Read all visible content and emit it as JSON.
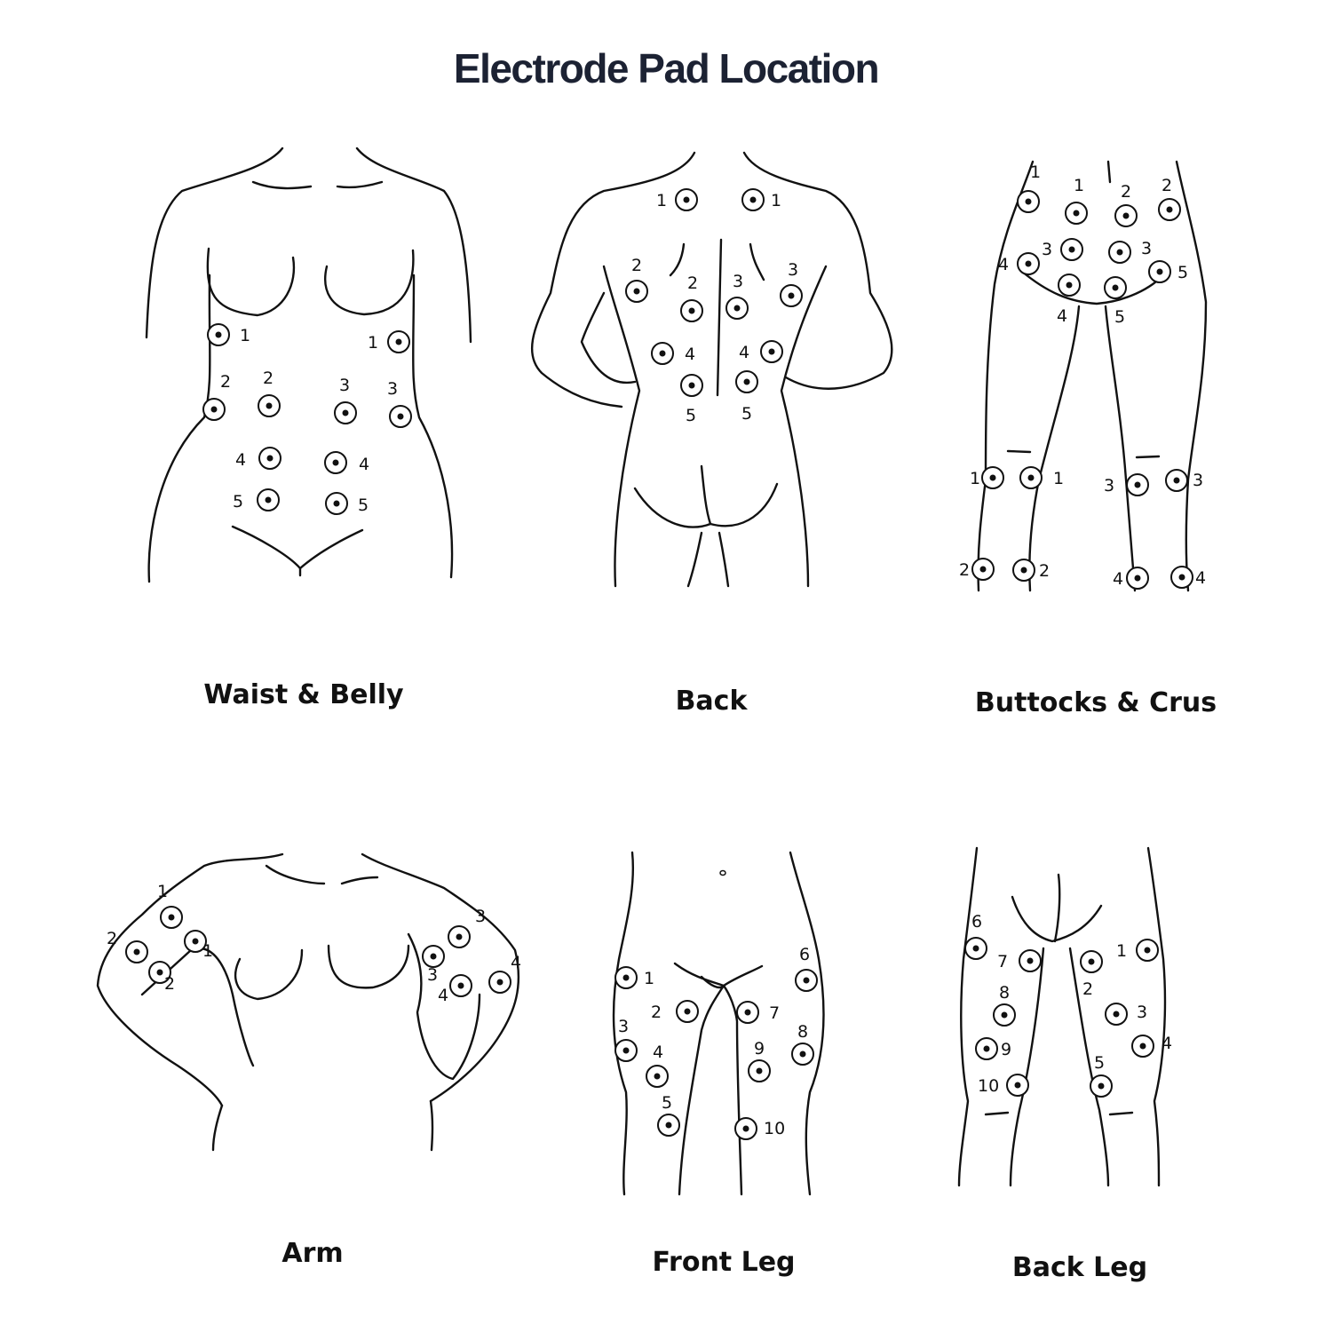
{
  "title": "Electrode Pad Location",
  "panels": [
    {
      "id": "waist",
      "caption": "Waist & Belly",
      "pads": [
        [
          "1",
          "1"
        ],
        [
          "1",
          "1"
        ],
        [
          "2",
          "2"
        ],
        [
          "2",
          "2"
        ],
        [
          "3",
          "3"
        ],
        [
          "3",
          "3"
        ],
        [
          "4",
          "4"
        ],
        [
          "4",
          "4"
        ],
        [
          "5",
          "5"
        ],
        [
          "5",
          "5"
        ]
      ]
    },
    {
      "id": "back",
      "caption": "Back",
      "pads": [
        [
          "1"
        ],
        [
          "1"
        ],
        [
          "2"
        ],
        [
          "2"
        ],
        [
          "3"
        ],
        [
          "3"
        ],
        [
          "4"
        ],
        [
          "4"
        ],
        [
          "5"
        ],
        [
          "5"
        ]
      ]
    },
    {
      "id": "buttocks",
      "caption": "Buttocks & Crus",
      "pads": [
        [
          "1"
        ],
        [
          "1"
        ],
        [
          "2"
        ],
        [
          "2"
        ],
        [
          "3"
        ],
        [
          "3"
        ],
        [
          "4"
        ],
        [
          "5"
        ],
        [
          "4"
        ],
        [
          "5"
        ],
        [
          "1"
        ],
        [
          "1"
        ],
        [
          "2"
        ],
        [
          "2"
        ],
        [
          "3"
        ],
        [
          "3"
        ],
        [
          "4"
        ],
        [
          "4"
        ]
      ]
    },
    {
      "id": "arm",
      "caption": "Arm",
      "pads": [
        [
          "1"
        ],
        [
          "2"
        ],
        [
          "1"
        ],
        [
          "2"
        ],
        [
          "3"
        ],
        [
          "4"
        ],
        [
          "3"
        ],
        [
          "4"
        ]
      ]
    },
    {
      "id": "front-leg",
      "caption": "Front Leg",
      "pads": [
        [
          "1"
        ],
        [
          "2"
        ],
        [
          "3"
        ],
        [
          "4"
        ],
        [
          "5"
        ],
        [
          "6"
        ],
        [
          "7"
        ],
        [
          "8"
        ],
        [
          "9"
        ],
        [
          "10"
        ]
      ]
    },
    {
      "id": "back-leg",
      "caption": "Back Leg",
      "pads": [
        [
          "1"
        ],
        [
          "2"
        ],
        [
          "3"
        ],
        [
          "4"
        ],
        [
          "5"
        ],
        [
          "6"
        ],
        [
          "7"
        ],
        [
          "8"
        ],
        [
          "9"
        ],
        [
          "10"
        ]
      ]
    }
  ]
}
